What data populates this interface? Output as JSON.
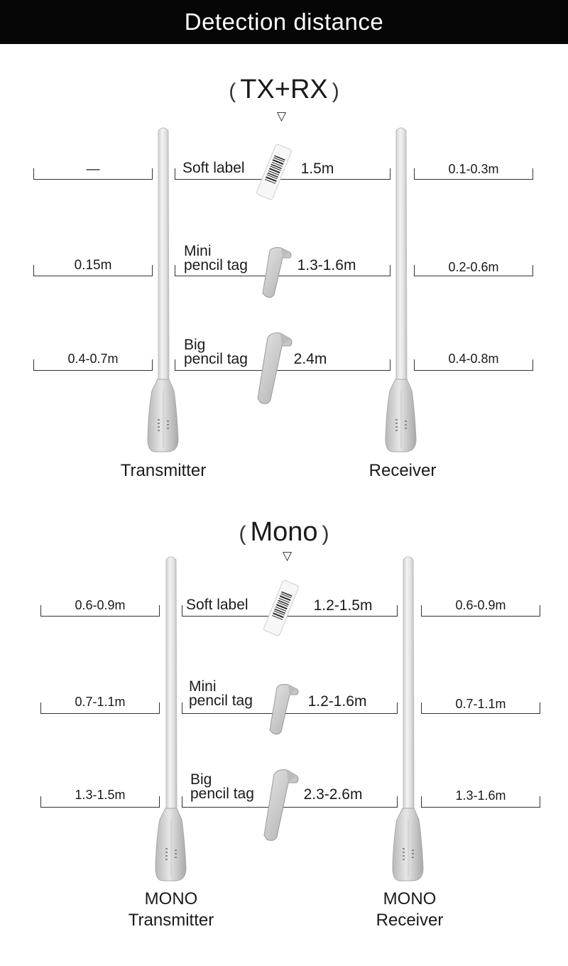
{
  "header": {
    "title": "Detection distance"
  },
  "marker_glyph": "▽",
  "sections": [
    {
      "title_open": "(",
      "title": "TX+RX",
      "title_close": ")",
      "rows": [
        {
          "tag_line1": "Soft label",
          "tag_line2": "",
          "tag_icon": "soft-label-barcode",
          "left": "—",
          "center": "1.5m",
          "right": "0.1-0.3m"
        },
        {
          "tag_line1": "Mini",
          "tag_line2": "pencil tag",
          "tag_icon": "mini-pencil-tag",
          "left": "0.15m",
          "center": "1.3-1.6m",
          "right": "0.2-0.6m"
        },
        {
          "tag_line1": "Big",
          "tag_line2": "pencil tag",
          "tag_icon": "big-pencil-tag",
          "left": "0.4-0.7m",
          "center": "2.4m",
          "right": "0.4-0.8m"
        }
      ],
      "left_device": [
        "Transmitter"
      ],
      "right_device": [
        "Receiver"
      ]
    },
    {
      "title_open": "(",
      "title": "Mono",
      "title_close": ")",
      "rows": [
        {
          "tag_line1": "Soft label",
          "tag_line2": "",
          "tag_icon": "soft-label-barcode",
          "left": "0.6-0.9m",
          "center": "1.2-1.5m",
          "right": "0.6-0.9m"
        },
        {
          "tag_line1": "Mini",
          "tag_line2": "pencil tag",
          "tag_icon": "mini-pencil-tag",
          "left": "0.7-1.1m",
          "center": "1.2-1.6m",
          "right": "0.7-1.1m"
        },
        {
          "tag_line1": "Big",
          "tag_line2": "pencil tag",
          "tag_icon": "big-pencil-tag",
          "left": "1.3-1.5m",
          "center": "2.3-2.6m",
          "right": "1.3-1.6m"
        }
      ],
      "left_device": [
        "MONO",
        "Transmitter"
      ],
      "right_device": [
        "MONO",
        "Receiver"
      ]
    }
  ]
}
